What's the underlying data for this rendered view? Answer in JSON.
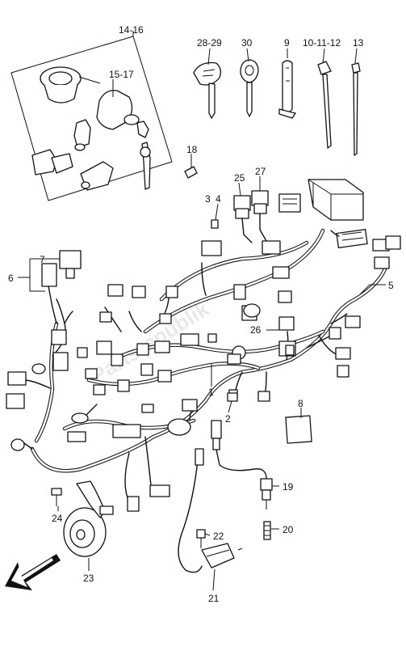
{
  "diagram": {
    "watermark": "Partsrepublik",
    "callouts": {
      "c14_16": "14-16",
      "c15_17": "15-17",
      "c28_29": "28-29",
      "c30": "30",
      "c9": "9",
      "c10_11_12": "10-11-12",
      "c13": "13",
      "c18": "18",
      "c25": "25",
      "c27": "27",
      "c3": "3",
      "c4": "4",
      "c7": "7",
      "c6": "6",
      "c5": "5",
      "c26": "26",
      "c1": "1",
      "c2": "2",
      "c8": "8",
      "c19": "19",
      "c24": "24",
      "c22": "22",
      "c20": "20",
      "c23": "23",
      "c21": "21"
    }
  }
}
